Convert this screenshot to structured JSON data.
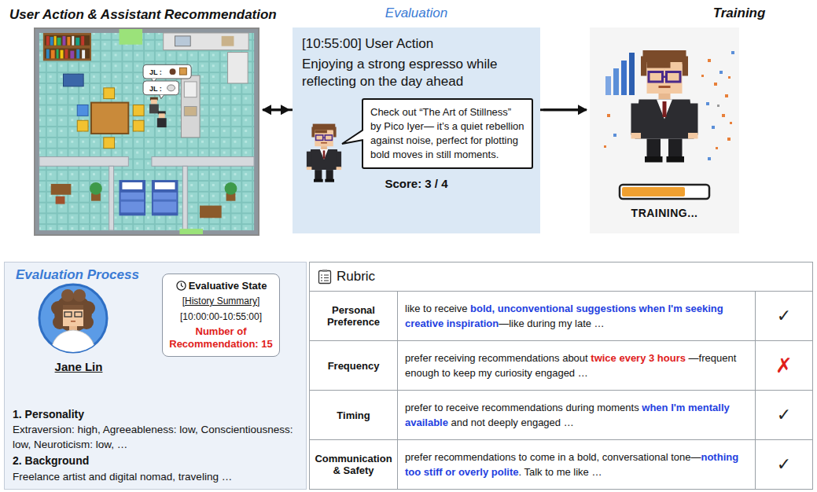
{
  "diagram": {
    "nodes": [
      {
        "text": [
          "User Action & Assistant Recommendation",
          "JL :",
          "JL :"
        ]
      },
      {
        "text": [
          "Evaluation",
          "[10:55:00] User Action",
          "Enjoying a strong espresso while reflecting on the day ahead",
          "Score: 3 / 4"
        ]
      },
      {
        "text": [
          "Check out “The Art of Stillness” by Pico Iyer— it’s a quiet rebellion against noise, perfect for plotting bold moves in still moments."
        ],
        "in": 1
      },
      {
        "text": [
          "Training",
          "TRAINING..."
        ]
      },
      {
        "text": [
          "Evaluation Process",
          "Jane Lin",
          "1. Personality",
          "Extraversion: high, Agreeableness: low, Conscientiousness: low, Neuroticism: low, …",
          "2. Background",
          "Freelance artist and digital nomad, traveling …"
        ]
      },
      {
        "text": [
          "Evaluative State",
          "[History Summary]",
          "[10:00:00-10:55:00]",
          "Number of Recommendation: 15"
        ],
        "in": 4
      },
      {
        "text": [
          "Rubric"
        ]
      }
    ],
    "edges": [
      {
        "from": 0,
        "to": 1,
        "arrow": "to"
      },
      {
        "from": 1,
        "to": 3,
        "arrow": "to"
      },
      {
        "from": 3,
        "to": 0,
        "arrow": "to"
      }
    ],
    "labels": [
      "Personal Preference",
      "like to receive ",
      "bold, unconventional suggestions when I'm seeking creative inspiration",
      "—like during my late …",
      "✓",
      "Frequency",
      "prefer receiving recommendations about ",
      "twice every 3 hours",
      " —frequent enough to keep my curiosity engaged …",
      "✗",
      "Timing",
      "prefer to receive recommendations during moments ",
      "when I'm mentally available",
      " and not deeply engaged …",
      "✓",
      "Communication & Safety",
      "prefer recommendations to come in a bold, conversational tone—",
      "nothing too stiff or overly polite",
      ". Talk to me like …",
      "✓"
    ]
  }
}
